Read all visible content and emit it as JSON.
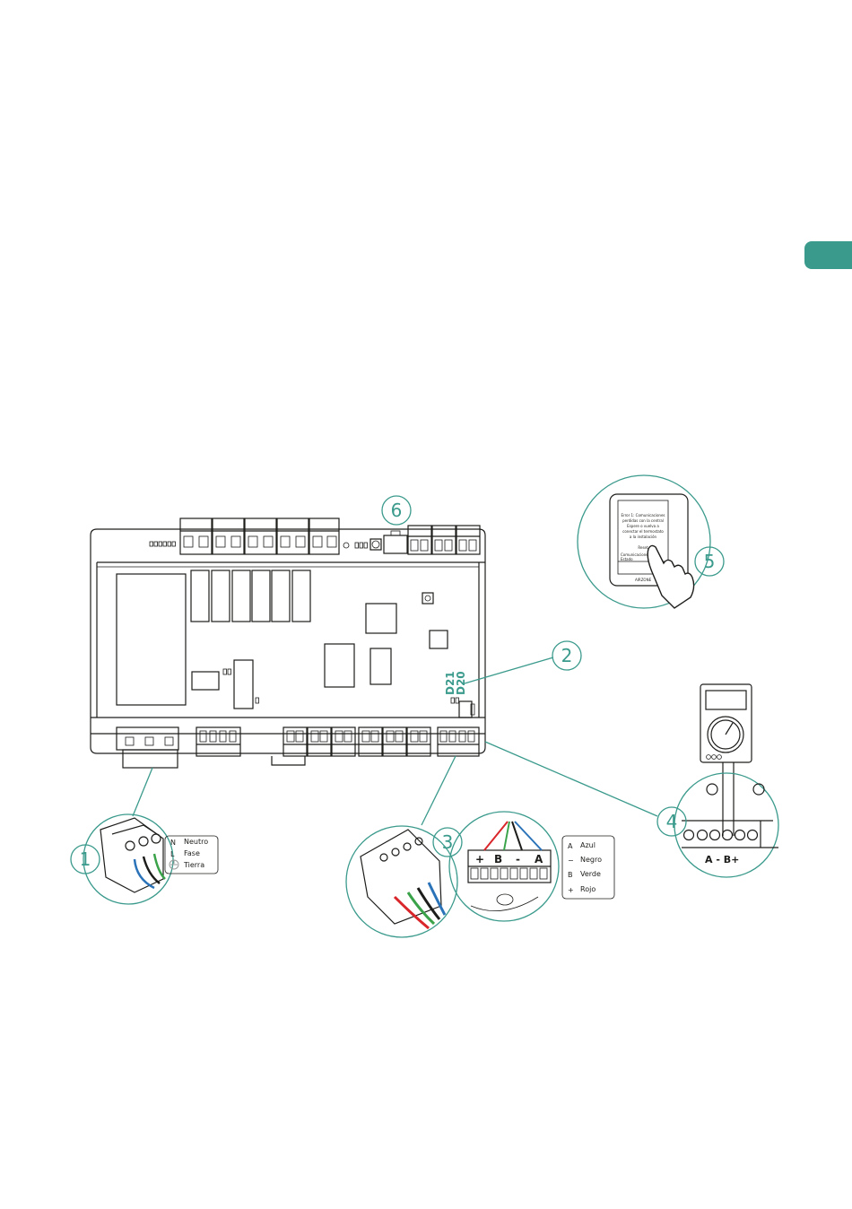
{
  "colors": {
    "accent": "#3a9a8c",
    "line": "#1d1d1b",
    "wire_red": "#d9262a",
    "wire_green": "#3aa34a",
    "wire_blue": "#2b73b8",
    "wire_black": "#1d1d1b"
  },
  "callouts": {
    "c1": "1",
    "c2": "2",
    "c3": "3",
    "c4": "4",
    "c5": "5",
    "c6": "6"
  },
  "board": {
    "led_d21": "D21",
    "led_d20": "D20"
  },
  "power_legend": {
    "neutral_letter": "N",
    "neutral_label": "Neutro",
    "phase_letter": "L",
    "phase_label": "Fase",
    "earth_label": "Tierra"
  },
  "bus_terminal": {
    "plus": "+",
    "b": "B",
    "minus": "-",
    "a": "A"
  },
  "bus_legend": {
    "a_letter": "A",
    "a_label": "Azul",
    "minus_letter": "−",
    "minus_label": "Negro",
    "b_letter": "B",
    "b_label": "Verde",
    "plus_letter": "+",
    "plus_label": "Rojo"
  },
  "multimeter_terminal": {
    "label": "A - B+"
  },
  "thermostat": {
    "screen_text": [
      "Error 1: Comunicaciones",
      "perdidas con la central",
      "Espere o vuelva a",
      "conectar el termostato",
      "a la instalación",
      "Reset"
    ],
    "bottom_text": [
      "Comunicaciones",
      "Estado"
    ],
    "brand": "AIRZONE"
  }
}
